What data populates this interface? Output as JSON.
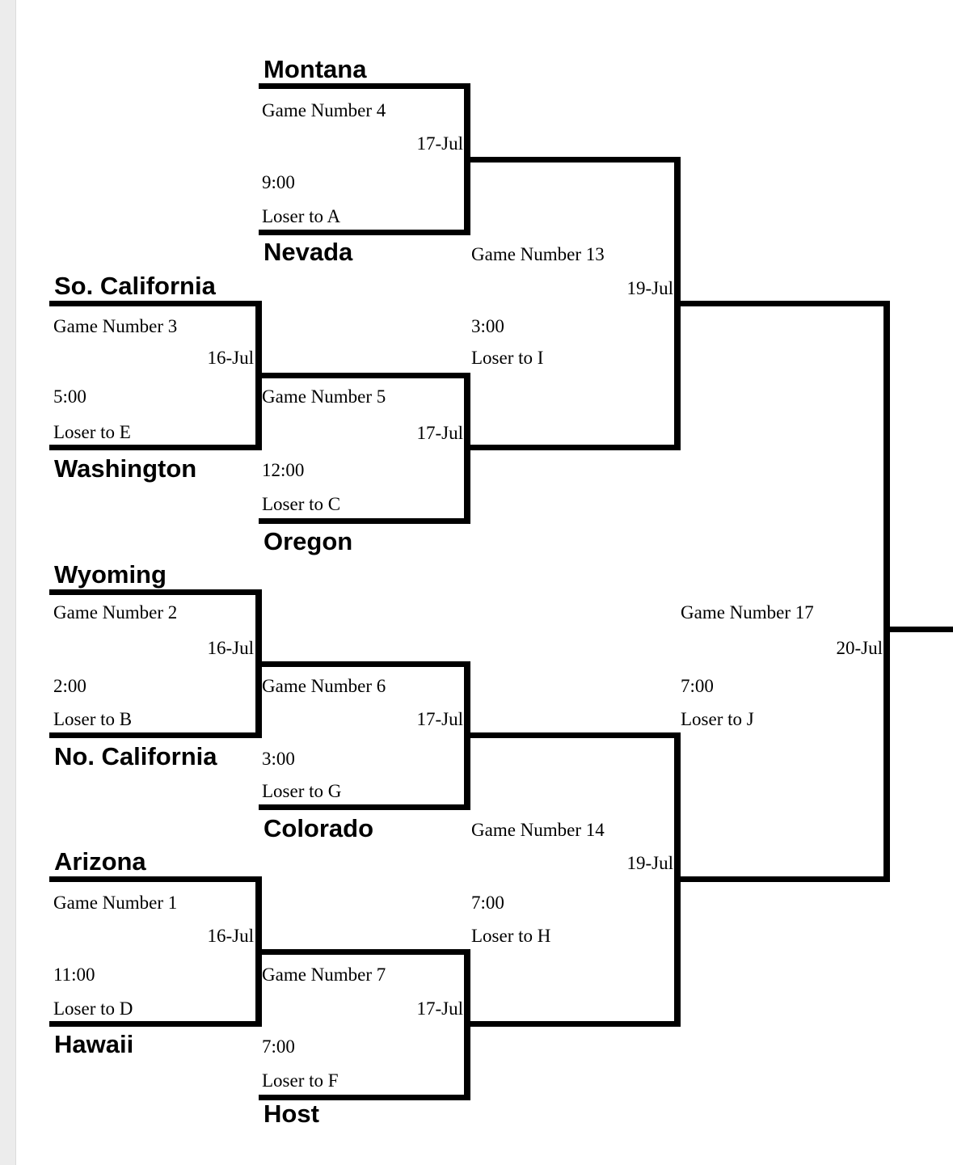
{
  "teams": {
    "montana": "Montana",
    "nevada": "Nevada",
    "so_california": "So. California",
    "washington": "Washington",
    "oregon": "Oregon",
    "wyoming": "Wyoming",
    "no_california": "No. California",
    "colorado": "Colorado",
    "arizona": "Arizona",
    "hawaii": "Hawaii",
    "host": "Host"
  },
  "games": {
    "g1": {
      "label": "Game Number 1",
      "date": "16-Jul",
      "time": "11:00",
      "loser": "Loser to D"
    },
    "g2": {
      "label": "Game Number 2",
      "date": "16-Jul",
      "time": "2:00",
      "loser": "Loser to B"
    },
    "g3": {
      "label": "Game Number 3",
      "date": "16-Jul",
      "time": "5:00",
      "loser": "Loser to E"
    },
    "g4": {
      "label": "Game Number 4",
      "date": "17-Jul",
      "time": "9:00",
      "loser": "Loser to A"
    },
    "g5": {
      "label": "Game Number 5",
      "date": "17-Jul",
      "time": "12:00",
      "loser": "Loser to C"
    },
    "g6": {
      "label": "Game Number 6",
      "date": "17-Jul",
      "time": "3:00",
      "loser": "Loser to G"
    },
    "g7": {
      "label": "Game Number 7",
      "date": "17-Jul",
      "time": "7:00",
      "loser": "Loser to F"
    },
    "g13": {
      "label": "Game Number 13",
      "date": "19-Jul",
      "time": "3:00",
      "loser": "Loser to I"
    },
    "g14": {
      "label": "Game Number 14",
      "date": "19-Jul",
      "time": "7:00",
      "loser": "Loser to H"
    },
    "g17": {
      "label": "Game Number 17",
      "date": "20-Jul",
      "time": "7:00",
      "loser": "Loser to J"
    }
  }
}
